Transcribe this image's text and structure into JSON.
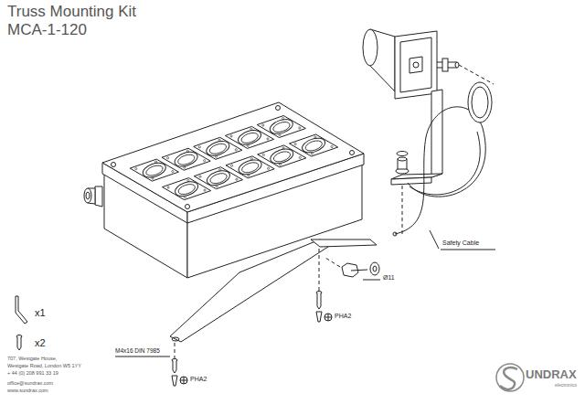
{
  "diagram": {
    "title": "Truss Mounting Kit",
    "labels": [
      "MCA-1-120",
      "Safety Cable",
      "Ø11",
      "PHA2",
      "M4x16 DIN 7985",
      "PHA2",
      "x1",
      "x2",
      "707, Westgate House,",
      "Westgate Road, London W5 1YY",
      "+ 44 (0) 208 991 33 19",
      "office@sundrax.com",
      "www.sundrax.com",
      "UNDRAX",
      "electronics"
    ]
  }
}
